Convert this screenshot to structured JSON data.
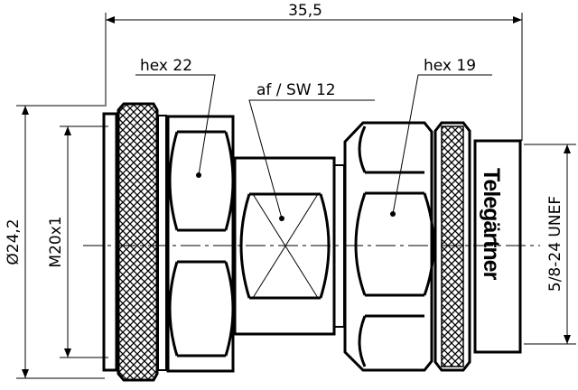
{
  "dimensions": {
    "overall_length": "35,5",
    "outer_diameter": "Ø24,2",
    "thread_left": "M20x1",
    "thread_right": "5/8-24 UNEF"
  },
  "labels": {
    "hex_left": "hex 22",
    "flats_middle": "af / SW 12",
    "hex_right": "hex 19"
  },
  "logo": "Telegärtner",
  "colors": {
    "line": "#000000",
    "background": "#ffffff"
  }
}
